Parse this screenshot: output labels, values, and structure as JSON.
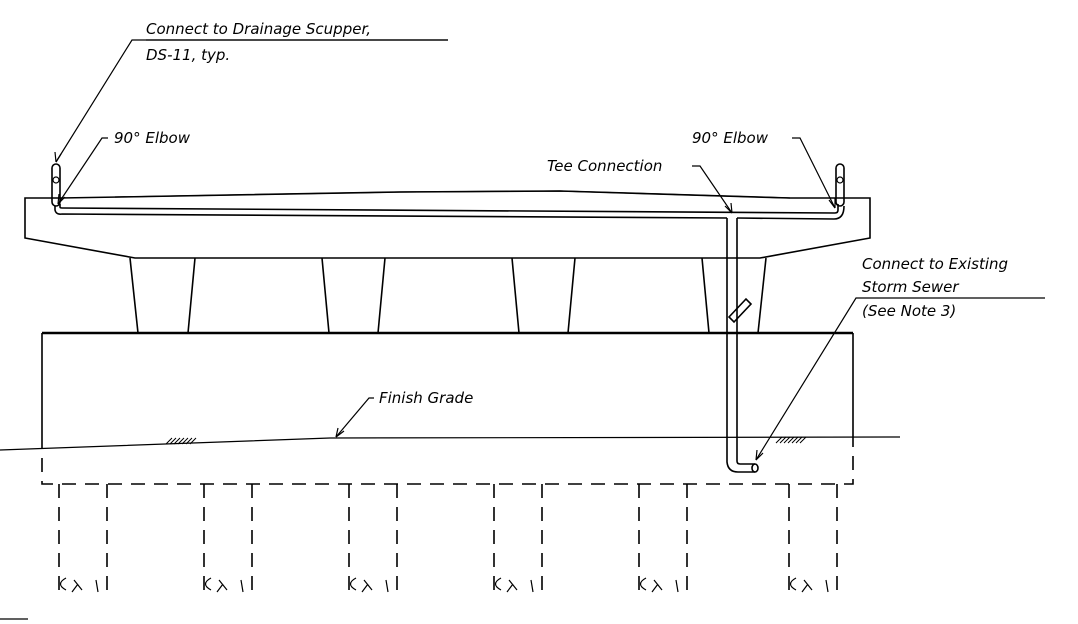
{
  "labels": {
    "scupper_line1": "Connect to Drainage Scupper,",
    "scupper_line2": "DS-11, typ.",
    "elbow_left": "90° Elbow",
    "elbow_right": "90° Elbow",
    "tee": "Tee Connection",
    "sewer_line1": "Connect to Existing",
    "sewer_line2": "Storm Sewer",
    "sewer_line3": "(See Note 3)",
    "finish_grade": "Finish Grade"
  }
}
